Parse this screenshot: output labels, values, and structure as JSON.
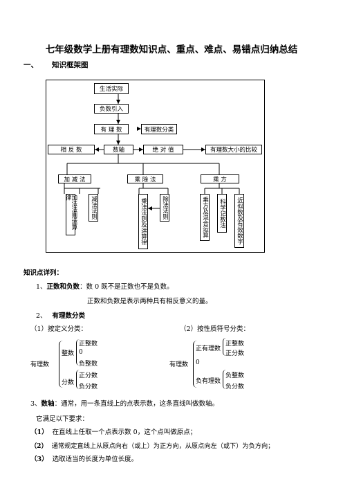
{
  "title": "七年级数学上册有理数知识点、重点、难点、易错点归纳总结",
  "section1": {
    "num": "一、",
    "label": "知识框架图"
  },
  "diagram": {
    "life": "生活实际",
    "negative": "负数引入",
    "rational": "有 理 数",
    "classify": "有理数分类",
    "opposite": "相 反 数",
    "numberline": "数轴",
    "absolute": "绝 对 值",
    "compare": "有理数大小的比较",
    "addsub": "加 减 法",
    "muldiv": "乘 除 法",
    "power": "乘 方",
    "add_rule": "加法法则运算律",
    "sub_rule": "减法法则",
    "mul_rule": "乘法法则及运算律",
    "div_rule": "除法法则",
    "power_mix": "乘方及混合运算",
    "scientific": "科学记数法",
    "approx": "近似数及有效数字"
  },
  "details": {
    "heading": "知识点详列：",
    "item1_num": "1、",
    "item1_key": "正数和负数",
    "item1_text": "：数 0 既不是正数也不是负数。",
    "item1_line2": "正数和负数是表示两种具有相反意义的量。",
    "item2_num": "2、",
    "item2_key": "有理数分类",
    "by_def": "（1）按定义分类：",
    "by_sign": "（2）按性质符号分类：",
    "rational": "有理数",
    "integer": "整数",
    "pos_int": "正整数",
    "zero": "0",
    "neg_int": "负整数",
    "fraction": "分数",
    "pos_frac": "正分数",
    "neg_frac": "负分数",
    "pos_rational": "正有理数",
    "neg_rational": "负有理数",
    "item3_num": "3、",
    "item3_key": "数轴",
    "item3_text": "：通常，用一条直线上的点表示数，这条直线叫做数轴。",
    "req": "它满足以下要求：",
    "r1_num": "（1）",
    "r1": "在直线上任取一个点表示数 0，这个点叫做原点；",
    "r2_num": "（2）",
    "r2": "通常规定直线上从原点向右（或上）为正方向，从原点向左（或下）为负方向；",
    "r3_num": "（3）",
    "r3": "选取适当的长度为单位长度。"
  }
}
